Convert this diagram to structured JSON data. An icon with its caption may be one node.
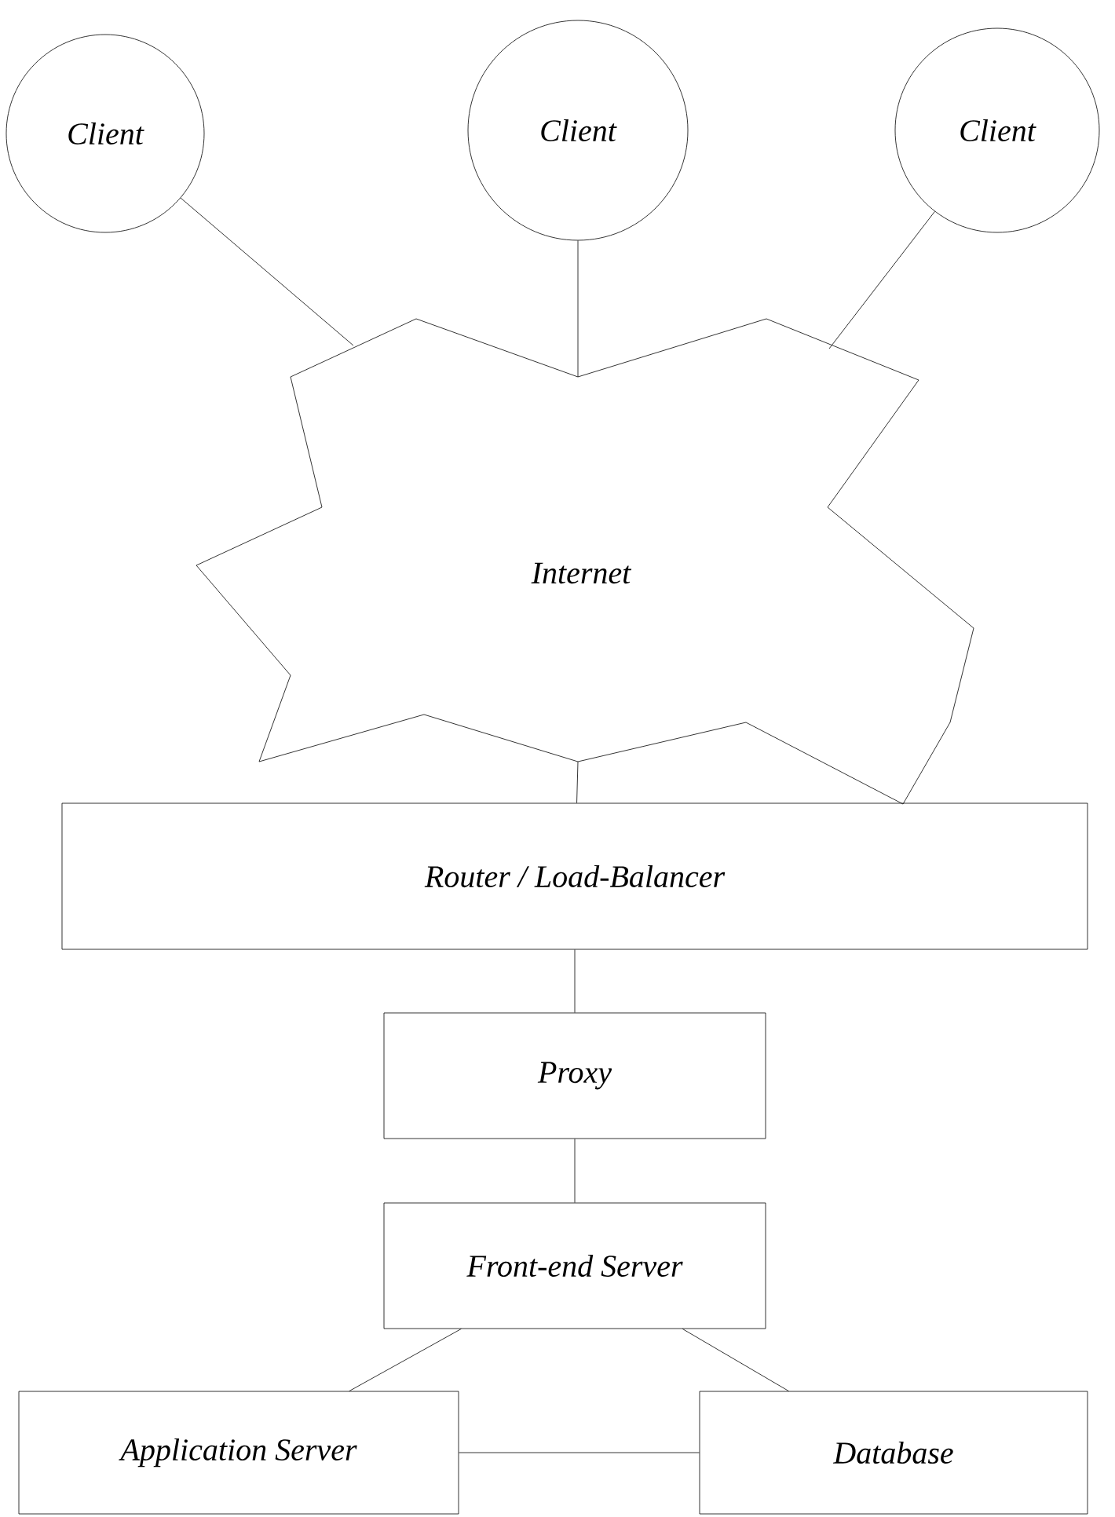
{
  "diagram": {
    "nodes": [
      {
        "text": [
          "Client"
        ]
      },
      {
        "text": [
          "Client"
        ]
      },
      {
        "text": [
          "Client"
        ]
      },
      {
        "text": [
          "Internet"
        ]
      },
      {
        "text": [
          "Router / Load-Balancer"
        ]
      },
      {
        "text": [
          "Proxy"
        ]
      },
      {
        "text": [
          "Front-end Server"
        ]
      },
      {
        "text": [
          "Application Server"
        ]
      },
      {
        "text": [
          "Database"
        ]
      }
    ],
    "edges": [
      {
        "from": 0,
        "to": 3,
        "arrow": "none"
      },
      {
        "from": 1,
        "to": 3,
        "arrow": "none"
      },
      {
        "from": 2,
        "to": 3,
        "arrow": "none"
      },
      {
        "from": 3,
        "to": 4,
        "arrow": "none"
      },
      {
        "from": 4,
        "to": 5,
        "arrow": "none"
      },
      {
        "from": 5,
        "to": 6,
        "arrow": "none"
      },
      {
        "from": 6,
        "to": 7,
        "arrow": "none"
      },
      {
        "from": 6,
        "to": 8,
        "arrow": "none"
      },
      {
        "from": 7,
        "to": 8,
        "arrow": "none"
      }
    ]
  }
}
